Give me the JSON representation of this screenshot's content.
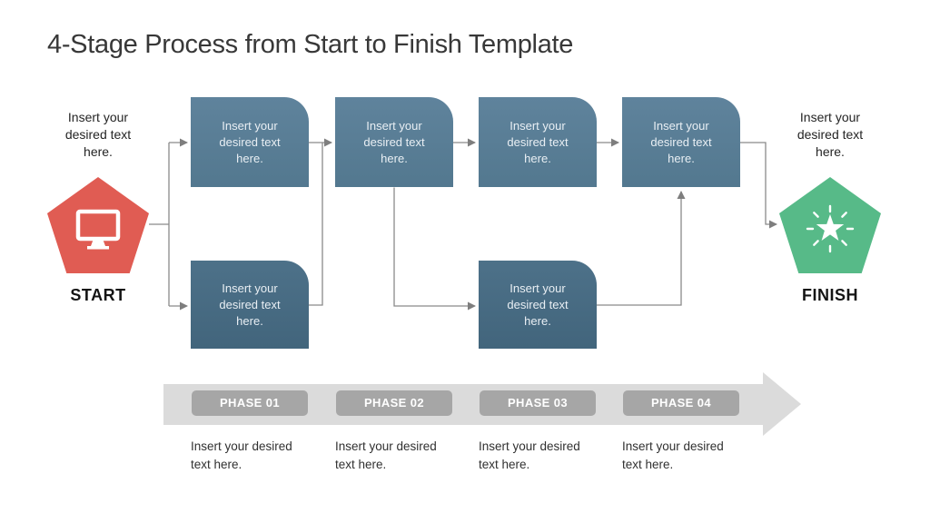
{
  "slide": {
    "title": "4-Stage Process from Start to Finish Template"
  },
  "start": {
    "note": "Insert your desired text here.",
    "label": "START",
    "color": "#e05c53",
    "icon": "monitor-icon"
  },
  "finish": {
    "note": "Insert your desired text here.",
    "label": "FINISH",
    "color": "#57ba88",
    "icon": "star-burst-icon"
  },
  "flow": {
    "top_row": [
      {
        "text": "Insert your desired text here."
      },
      {
        "text": "Insert your desired text here."
      },
      {
        "text": "Insert your desired text here."
      },
      {
        "text": "Insert your desired text here."
      }
    ],
    "bottom_row": [
      {
        "text": "Insert your desired text here."
      },
      {
        "text": "Insert your desired text here."
      }
    ],
    "box_color_top": "#587d96",
    "box_color_bottom": "#48677e",
    "connector_color": "#8a8a8a"
  },
  "timeline": {
    "band_color": "#dbdbdb",
    "chip_color": "#a6a6a6",
    "phases": [
      {
        "label": "PHASE 01",
        "description": "Insert your desired text here."
      },
      {
        "label": "PHASE 02",
        "description": "Insert your desired text here."
      },
      {
        "label": "PHASE 03",
        "description": "Insert your desired text here."
      },
      {
        "label": "PHASE 04",
        "description": "Insert your desired text here."
      }
    ]
  }
}
